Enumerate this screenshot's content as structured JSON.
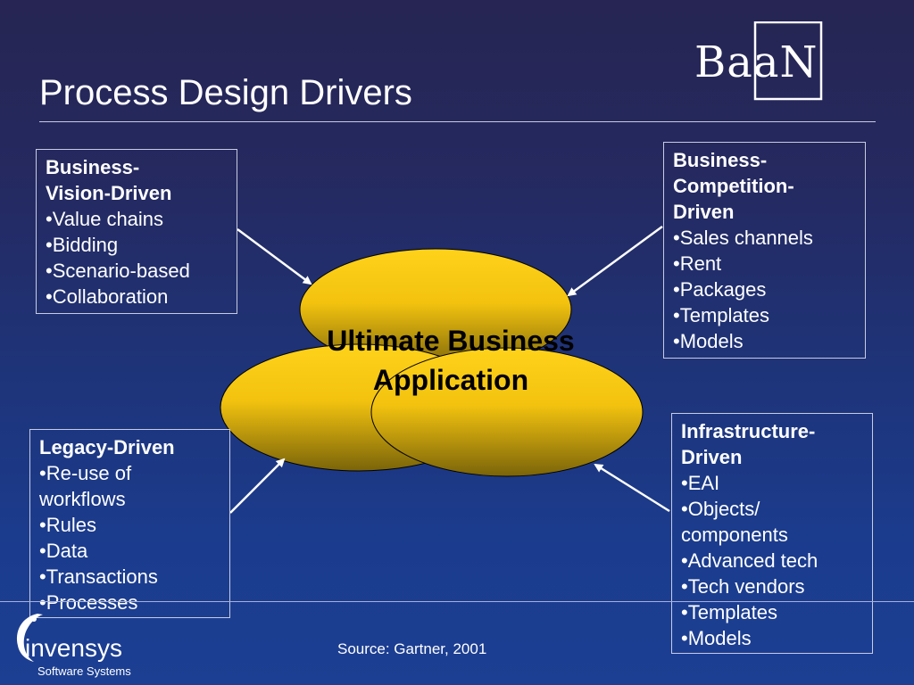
{
  "slide": {
    "title": "Process Design Drivers",
    "source": "Source: Gartner, 2001"
  },
  "logos": {
    "baan": "BaaN",
    "invensys_name": "invensys",
    "invensys_sub": "Software Systems"
  },
  "center": {
    "label": "Ultimate Business Application"
  },
  "boxes": {
    "top_left": {
      "heading": [
        "Business-",
        "Vision-Driven"
      ],
      "items": [
        "•Value chains",
        "•Bidding",
        "•Scenario-based",
        "•Collaboration"
      ]
    },
    "top_right": {
      "heading": [
        "Business-",
        "Competition-",
        "Driven"
      ],
      "items": [
        "•Sales channels",
        "•Rent",
        "•Packages",
        "•Templates",
        "•Models"
      ]
    },
    "bottom_left": {
      "heading": [
        "Legacy-Driven"
      ],
      "items": [
        "•Re-use of",
        "workflows",
        "•Rules",
        "•Data",
        "•Transactions",
        "•Processes"
      ]
    },
    "bottom_right": {
      "heading": [
        "Infrastructure-",
        "Driven"
      ],
      "items": [
        "•EAI",
        "•Objects/",
        "components",
        "•Advanced tech",
        "•Tech vendors",
        "•Templates",
        "•Models"
      ]
    }
  },
  "colors": {
    "background_top": "#262553",
    "background_bottom": "#1c3f93",
    "ellipse_fill_light": "#ffd21a",
    "ellipse_fill_dark": "#7a6409",
    "arrow": "#ffffff"
  }
}
